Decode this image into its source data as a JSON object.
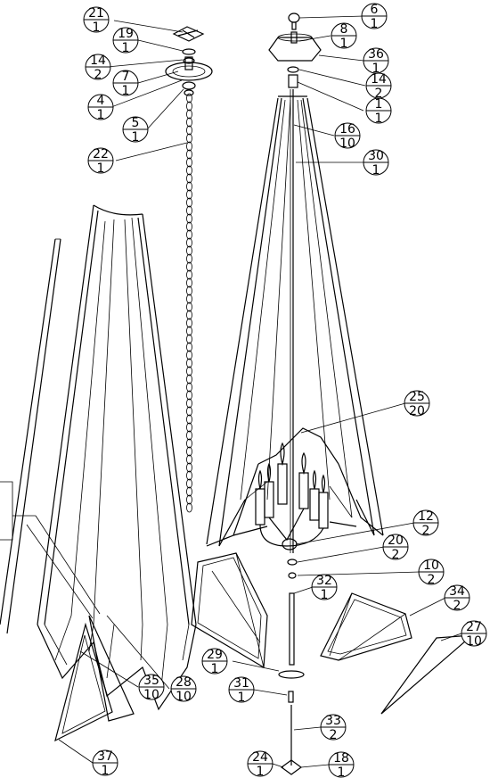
{
  "balloons": [
    {
      "top": "21",
      "bottom": "1"
    },
    {
      "top": "19",
      "bottom": "1"
    },
    {
      "top": "14",
      "bottom": "2"
    },
    {
      "top": "7",
      "bottom": "1"
    },
    {
      "top": "4",
      "bottom": "1"
    },
    {
      "top": "5",
      "bottom": "1"
    },
    {
      "top": "22",
      "bottom": "1"
    },
    {
      "top": "6",
      "bottom": "1"
    },
    {
      "top": "8",
      "bottom": "1"
    },
    {
      "top": "36",
      "bottom": "1"
    },
    {
      "top": "14",
      "bottom": "2"
    },
    {
      "top": "1",
      "bottom": "1"
    },
    {
      "top": "16",
      "bottom": "10"
    },
    {
      "top": "30",
      "bottom": "1"
    },
    {
      "top": "25",
      "bottom": "20"
    },
    {
      "top": "12",
      "bottom": "2"
    },
    {
      "top": "20",
      "bottom": "2"
    },
    {
      "top": "10",
      "bottom": "2"
    },
    {
      "top": "32",
      "bottom": "1"
    },
    {
      "top": "34",
      "bottom": "2"
    },
    {
      "top": "27",
      "bottom": "10"
    },
    {
      "top": "29",
      "bottom": "1"
    },
    {
      "top": "31",
      "bottom": "1"
    },
    {
      "top": "33",
      "bottom": "2"
    },
    {
      "top": "28",
      "bottom": "10"
    },
    {
      "top": "35",
      "bottom": "10"
    },
    {
      "top": "37",
      "bottom": "1"
    },
    {
      "top": "24",
      "bottom": "1"
    },
    {
      "top": "18",
      "bottom": "1"
    }
  ]
}
